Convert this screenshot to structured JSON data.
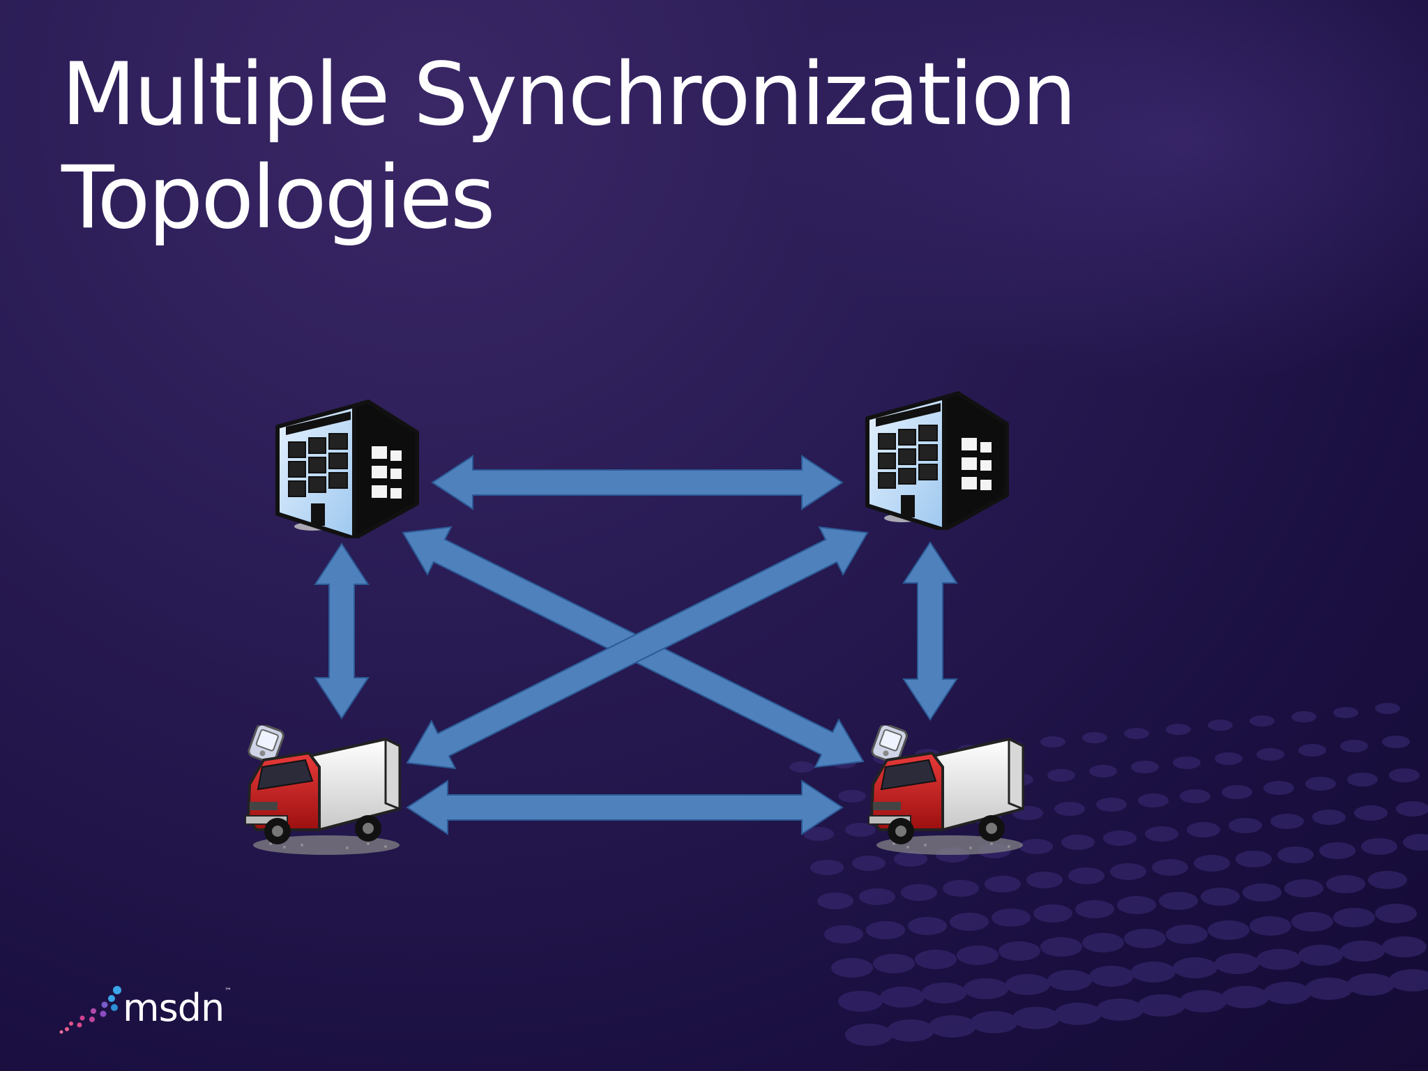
{
  "slide": {
    "title_line1": "Multiple Synchronization",
    "title_line2": "Topologies"
  },
  "diagram": {
    "nodes": [
      {
        "id": "server-top-left",
        "icon": "building-icon"
      },
      {
        "id": "server-top-right",
        "icon": "building-icon"
      },
      {
        "id": "truck-bottom-left",
        "icon": "delivery-truck-with-pda-icon"
      },
      {
        "id": "truck-bottom-right",
        "icon": "delivery-truck-with-pda-icon"
      }
    ],
    "edges": [
      {
        "from": "server-top-left",
        "to": "server-top-right",
        "type": "bidirectional"
      },
      {
        "from": "truck-bottom-left",
        "to": "truck-bottom-right",
        "type": "bidirectional"
      },
      {
        "from": "server-top-left",
        "to": "truck-bottom-left",
        "type": "bidirectional"
      },
      {
        "from": "server-top-right",
        "to": "truck-bottom-right",
        "type": "bidirectional"
      },
      {
        "from": "server-top-left",
        "to": "truck-bottom-right",
        "type": "bidirectional"
      },
      {
        "from": "server-top-right",
        "to": "truck-bottom-left",
        "type": "bidirectional"
      }
    ],
    "arrow_color": "#4f81bd",
    "arrow_stroke": "#2c5a96"
  },
  "footer": {
    "logo_text": "msdn",
    "logo_tm": "™"
  }
}
